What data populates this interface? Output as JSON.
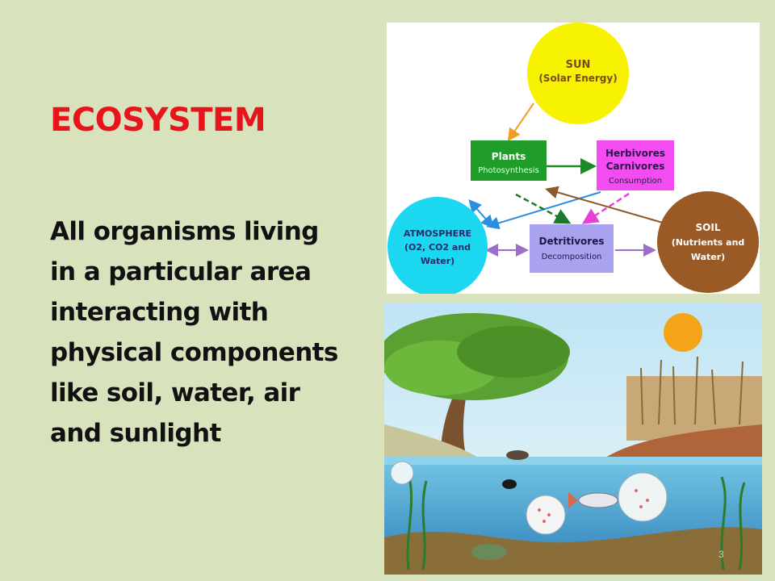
{
  "slide": {
    "title": "ECOSYSTEM",
    "body_lines": [
      "All organisms living",
      "in a particular area",
      "interacting with",
      "physical components",
      "like soil, water, air",
      "and sunlight"
    ],
    "page_number": "3"
  },
  "diagram": {
    "sun": {
      "title": "SUN",
      "subtitle": "(Solar Energy)"
    },
    "plants": {
      "title": "Plants",
      "subtitle": "Photosynthesis"
    },
    "consumers": {
      "title_line1": "Herbivores",
      "title_line2": "Carnivores",
      "subtitle": "Consumption"
    },
    "atmosphere": {
      "line1": "ATMOSPHERE",
      "line2": "(O2, CO2 and",
      "line3": "Water)"
    },
    "detritivores": {
      "title": "Detritivores",
      "subtitle": "Decomposition"
    },
    "soil": {
      "line1": "SOIL",
      "line2": "(Nutrients and",
      "line3": "Water)"
    }
  },
  "colors": {
    "background": "#d8e3bd",
    "title": "#e8141b",
    "sun": "#f7f200",
    "plants": "#1f9c2a",
    "consumers": "#f34cf0",
    "atmosphere": "#1bd7f0",
    "detritivores": "#a9a2ef",
    "soil": "#9a5a26"
  }
}
